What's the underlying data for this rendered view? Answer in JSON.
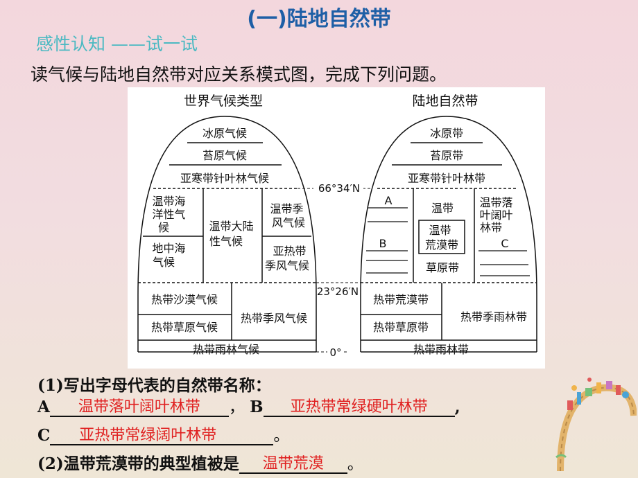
{
  "page": {
    "title": "(一)陆地自然带",
    "subtitle": "感性认知 ——试一试",
    "intro": "读气候与陆地自然带对应关系模式图，完成下列问题。"
  },
  "diagram": {
    "left_title": "世界气候类型",
    "right_title": "陆地自然带",
    "lat_6634": "66°34′N",
    "lat_2326": "23°26′N",
    "lat_0": "0°",
    "climate": {
      "ice": "冰原气候",
      "tundra": "苔原气候",
      "subarctic": "亚寒带针叶林气候",
      "temperate_maritime": [
        "温带海",
        "洋性气",
        "候"
      ],
      "mediterranean": [
        "地中海",
        "气候"
      ],
      "temperate_continental": [
        "温带大陆",
        "性气候"
      ],
      "temperate_monsoon": [
        "温带季",
        "风气候"
      ],
      "subtropical_monsoon": [
        "亚热带",
        "季风气候"
      ],
      "tropical_desert": "热带沙漠气候",
      "tropical_savanna": "热带草原气候",
      "tropical_monsoon": "热带季风气候",
      "tropical_rainforest": "热带雨林气候"
    },
    "zones": {
      "ice": "冰原带",
      "tundra": "苔原带",
      "taiga": "亚寒带针叶林带",
      "label_a": "A",
      "label_b": "B",
      "label_c": "C",
      "temperate": "温带",
      "temperate_desert": [
        "温带",
        "荒漠带"
      ],
      "steppe": "草原带",
      "temperate_deciduous": [
        "温带落",
        "叶阔叶",
        "林带"
      ],
      "tropical_desert": "热带荒漠带",
      "tropical_savanna": "热带草原带",
      "tropical_monsoon_forest": "热带季雨林带",
      "tropical_rainforest": "热带雨林带"
    }
  },
  "questions": {
    "q1": "(1)写出字母代表的自然带名称：",
    "a_prefix": "A",
    "a_answer": "温带落叶阔叶林带",
    "comma1": "，",
    "b_prefix": "B",
    "b_answer": "亚热带常绿硬叶林带",
    "comma2": ",",
    "c_prefix": "C",
    "c_answer": "亚热带常绿阔叶林带",
    "period1": "。",
    "q2": "(2)温带荒漠带的典型植被是",
    "q2_answer": "温带荒漠",
    "period2": "。"
  }
}
